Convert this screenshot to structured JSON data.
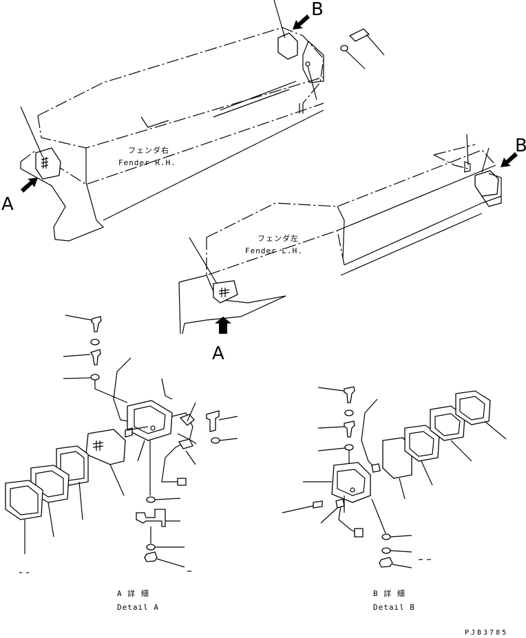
{
  "labels": {
    "view_a": "A",
    "view_b": "B",
    "fender_rh_jp": "フェンダ右",
    "fender_rh_en": "Fender R.H.",
    "fender_lh_jp": "フェンダ左",
    "fender_lh_en": "Fender L.H.",
    "detail_a_jp": "A 詳 細",
    "detail_a_en": "Detail A",
    "detail_b_jp": "B 詳 細",
    "detail_b_en": "Detail B",
    "drawing_code": "PJB3785"
  }
}
